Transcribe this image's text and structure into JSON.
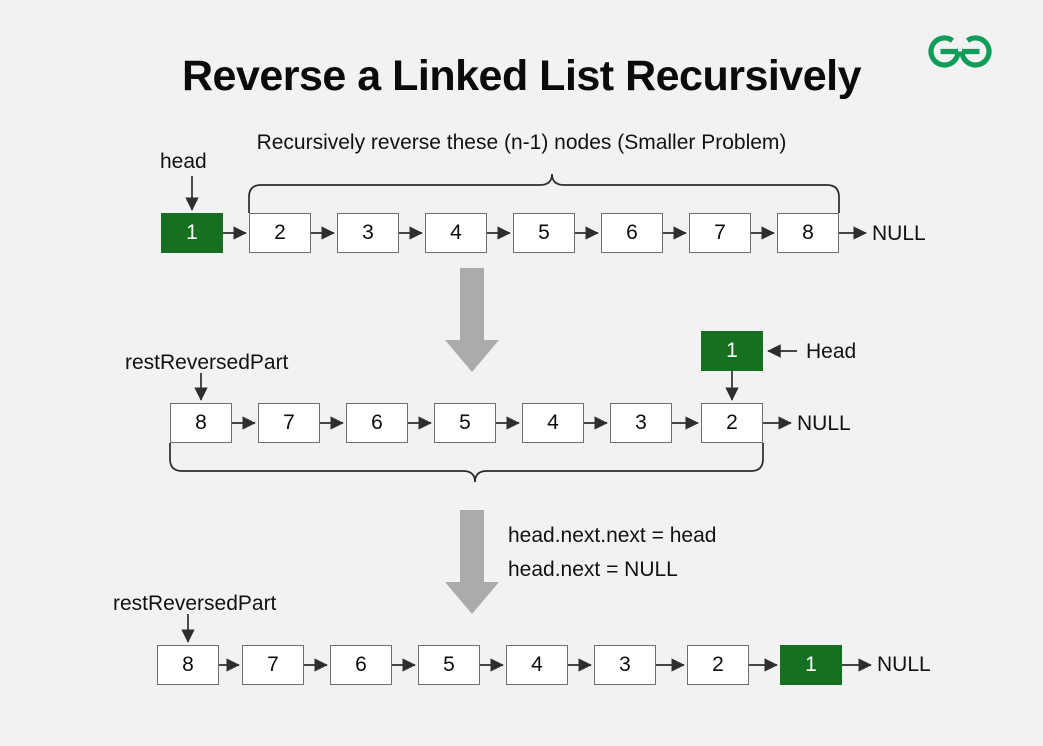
{
  "page": {
    "title": "Reverse a Linked List Recursively",
    "background_color": "#f2f2f2",
    "accent_green": "#15711f",
    "logo_color": "#0f9d58",
    "logo_name": "geeksforgeeks-logo"
  },
  "step1": {
    "brace_label": "Recursively reverse these (n-1) nodes (Smaller Problem)",
    "head_label": "head",
    "null_label": "NULL",
    "nodes": [
      {
        "value": "1",
        "highlighted": true
      },
      {
        "value": "2",
        "highlighted": false
      },
      {
        "value": "3",
        "highlighted": false
      },
      {
        "value": "4",
        "highlighted": false
      },
      {
        "value": "5",
        "highlighted": false
      },
      {
        "value": "6",
        "highlighted": false
      },
      {
        "value": "7",
        "highlighted": false
      },
      {
        "value": "8",
        "highlighted": false
      }
    ]
  },
  "step2": {
    "rest_label": "restReversedPart",
    "head_label": "Head",
    "null_label": "NULL",
    "floating_node": {
      "value": "1",
      "highlighted": true
    },
    "nodes": [
      {
        "value": "8",
        "highlighted": false
      },
      {
        "value": "7",
        "highlighted": false
      },
      {
        "value": "6",
        "highlighted": false
      },
      {
        "value": "5",
        "highlighted": false
      },
      {
        "value": "4",
        "highlighted": false
      },
      {
        "value": "3",
        "highlighted": false
      },
      {
        "value": "2",
        "highlighted": false
      }
    ]
  },
  "step3": {
    "rest_label": "restReversedPart",
    "null_label": "NULL",
    "code_line_1": "head.next.next = head",
    "code_line_2": "head.next = NULL",
    "nodes": [
      {
        "value": "8",
        "highlighted": false
      },
      {
        "value": "7",
        "highlighted": false
      },
      {
        "value": "6",
        "highlighted": false
      },
      {
        "value": "5",
        "highlighted": false
      },
      {
        "value": "4",
        "highlighted": false
      },
      {
        "value": "3",
        "highlighted": false
      },
      {
        "value": "2",
        "highlighted": false
      },
      {
        "value": "1",
        "highlighted": true
      }
    ]
  }
}
